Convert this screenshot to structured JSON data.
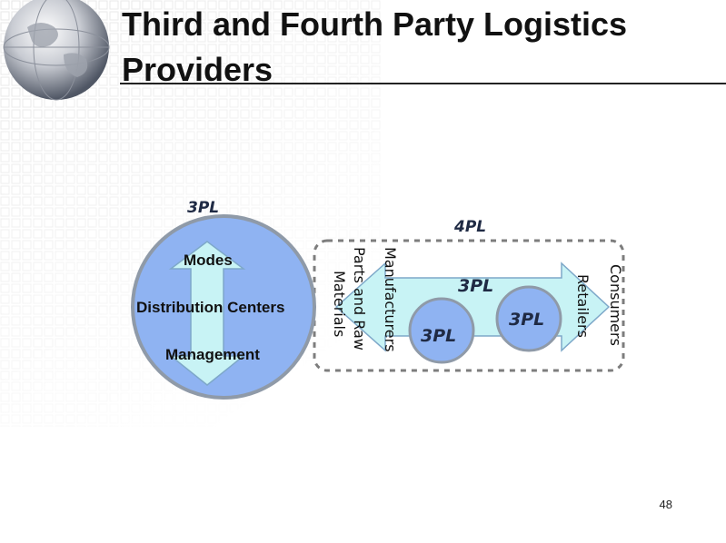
{
  "slide": {
    "title_line1": "Third and Fourth Party Logistics",
    "title_line2": "Providers",
    "page_number": "48"
  },
  "diagram": {
    "outer_label": "3PL",
    "box_label": "4PL",
    "circle_items": [
      "Modes",
      "Distribution Centers",
      "Management"
    ],
    "chain": {
      "left_line1": "Manufacturers",
      "left_line2": "Parts and Raw",
      "left_line3": "Materials",
      "right_line1": "Consumers",
      "right_line2": "Retailers"
    },
    "small_circles": [
      "3PL",
      "3PL",
      "3PL"
    ]
  },
  "colors": {
    "circle_fill": "#8fb3f2",
    "arrow_fill": "#c8f3f5",
    "dark_text": "#1f2a44"
  }
}
